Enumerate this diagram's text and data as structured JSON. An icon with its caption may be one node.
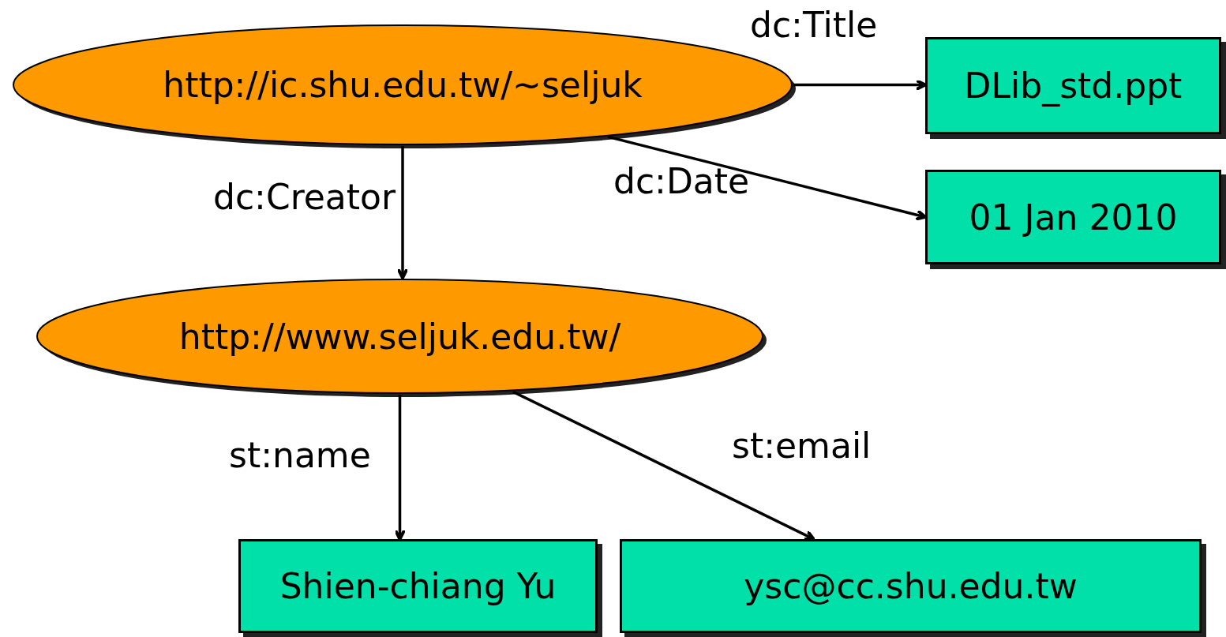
{
  "diagram": {
    "nodes": [
      {
        "text": [
          "http://ic.shu.edu.tw/~seljuk"
        ]
      },
      {
        "text": [
          "DLib_std.ppt"
        ]
      },
      {
        "text": [
          "01 Jan 2010"
        ]
      },
      {
        "text": [
          "http://www.seljuk.edu.tw/"
        ]
      },
      {
        "text": [
          "Shien-chiang Yu"
        ]
      },
      {
        "text": [
          "ysc@cc.shu.edu.tw"
        ]
      }
    ],
    "edges": [
      {
        "from": 0,
        "to": 1,
        "arrow": "to",
        "label": "dc:Title"
      },
      {
        "from": 0,
        "to": 2,
        "arrow": "to",
        "label": "dc:Date"
      },
      {
        "from": 0,
        "to": 3,
        "arrow": "to",
        "label": "dc:Creator"
      },
      {
        "from": 3,
        "to": 4,
        "arrow": "to",
        "label": "st:name"
      },
      {
        "from": 3,
        "to": 5,
        "arrow": "to",
        "label": "st:email"
      }
    ]
  }
}
